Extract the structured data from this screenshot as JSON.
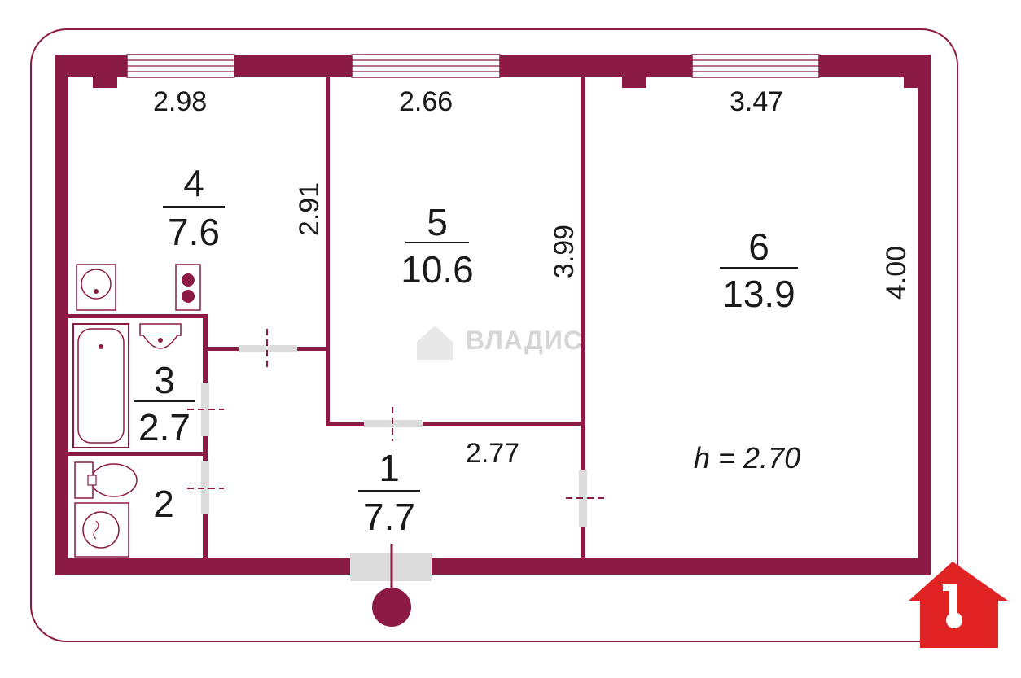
{
  "plan": {
    "wall_color": "#8b1a45",
    "outline_color": "#8b1a45",
    "logo_color": "#e02424",
    "rooms": [
      {
        "id": "1",
        "number": "1",
        "area": "7.7"
      },
      {
        "id": "2",
        "number": "2",
        "area": ""
      },
      {
        "id": "3",
        "number": "3",
        "area": "2.7"
      },
      {
        "id": "4",
        "number": "4",
        "area": "7.6"
      },
      {
        "id": "5",
        "number": "5",
        "area": "10.6"
      },
      {
        "id": "6",
        "number": "6",
        "area": "13.9"
      }
    ],
    "dimensions": {
      "room4_width": "2.98",
      "room5_width": "2.66",
      "room6_width": "3.47",
      "room4_height": "2.91",
      "room5_height": "3.99",
      "room6_height": "4.00",
      "room1_width": "2.77"
    },
    "ceiling_height": "h = 2.70",
    "watermark": "ВЛАДИС",
    "icons": [
      "window-icon",
      "door-icon",
      "bathtub-icon",
      "sink-icon",
      "toilet-icon",
      "washing-machine-icon",
      "stove-icon",
      "entrance-icon",
      "logo-key-icon"
    ]
  }
}
